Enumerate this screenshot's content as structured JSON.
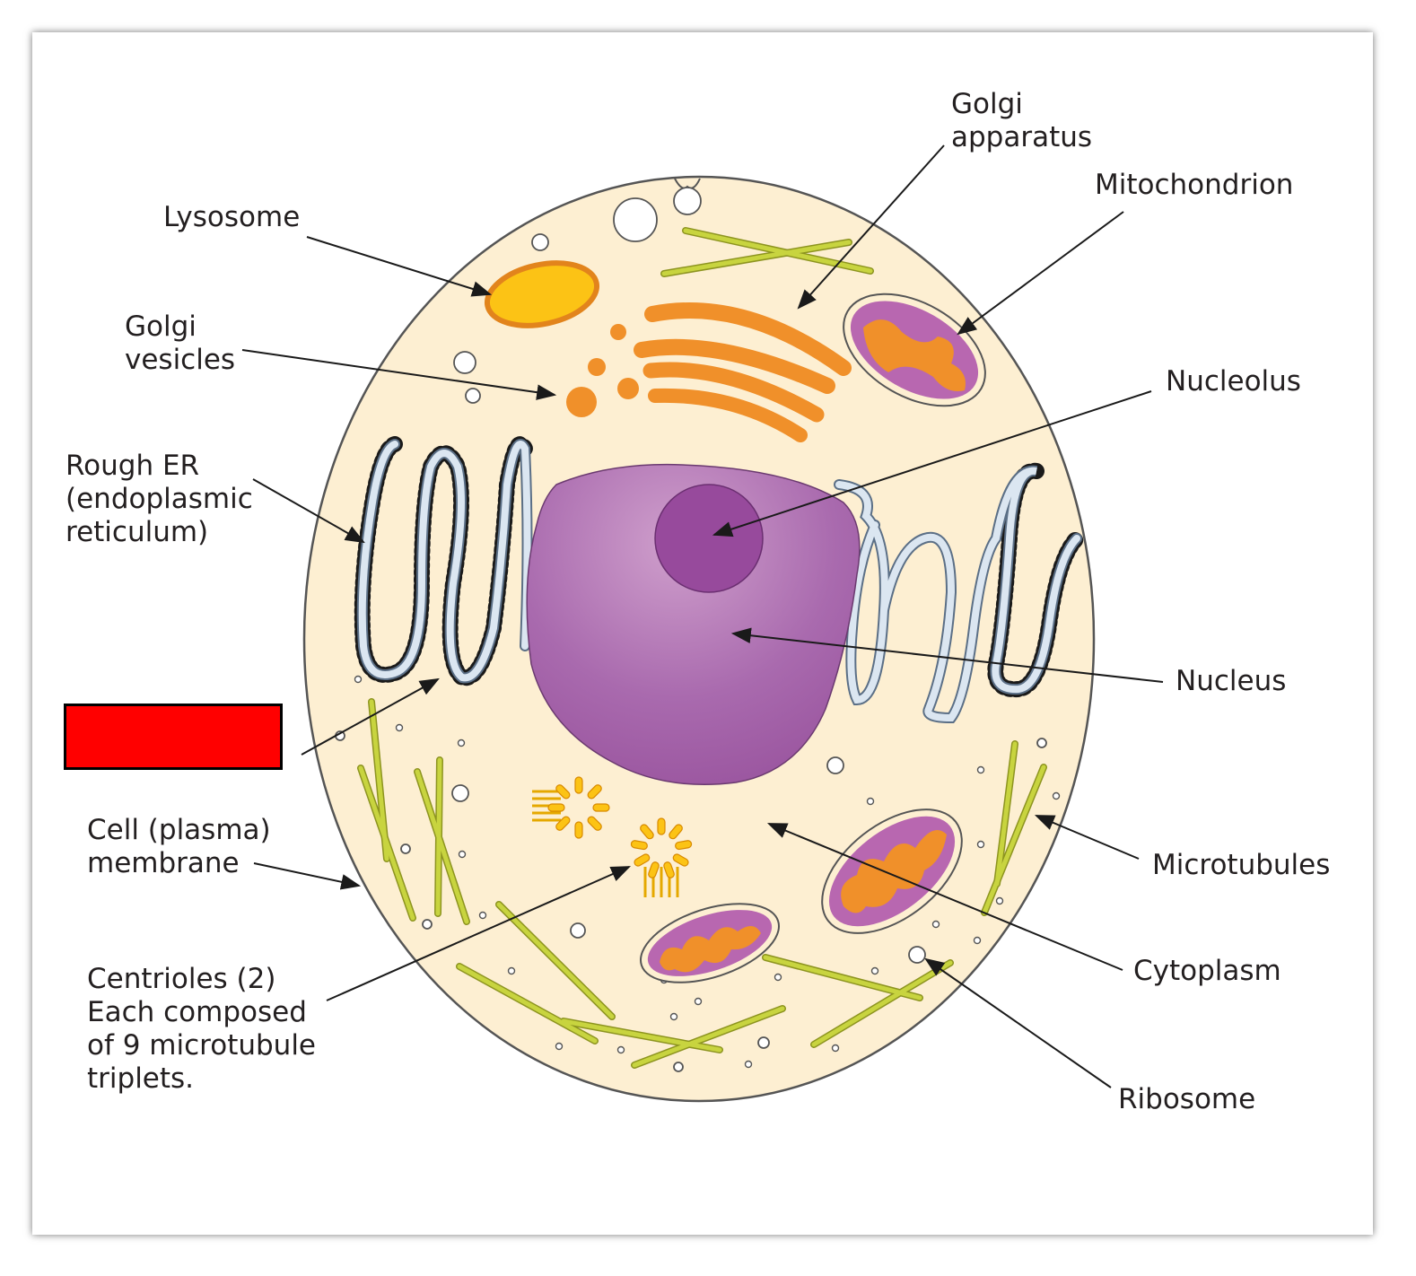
{
  "labels": {
    "golgi_apparatus": "Golgi\napparatus",
    "mitochondrion": "Mitochondrion",
    "lysosome": "Lysosome",
    "golgi_vesicles": "Golgi\nvesicles",
    "nucleolus": "Nucleolus",
    "rough_er": "Rough ER\n(endoplasmic\nreticulum)",
    "nucleus": "Nucleus",
    "cell_membrane": "Cell (plasma)\nmembrane",
    "microtubules": "Microtubules",
    "cytoplasm": "Cytoplasm",
    "centrioles": "Centrioles (2)\nEach composed\nof 9 microtubule\ntriplets.",
    "ribosome": "Ribosome"
  },
  "colors": {
    "cytoplasm_fill": "#fdefd2",
    "membrane_stroke": "#4a4a4a",
    "golgi_orange": "#f0902a",
    "lysosome_yellow": "#fcc315",
    "nucleus_purple": "#a968ae",
    "nucleolus_purple": "#974a9c",
    "mito_purple": "#b867b0",
    "microtubule_green": "#c3cf3a",
    "er_blue": "#dbe6f1",
    "redaction_red": "#ff0000"
  }
}
